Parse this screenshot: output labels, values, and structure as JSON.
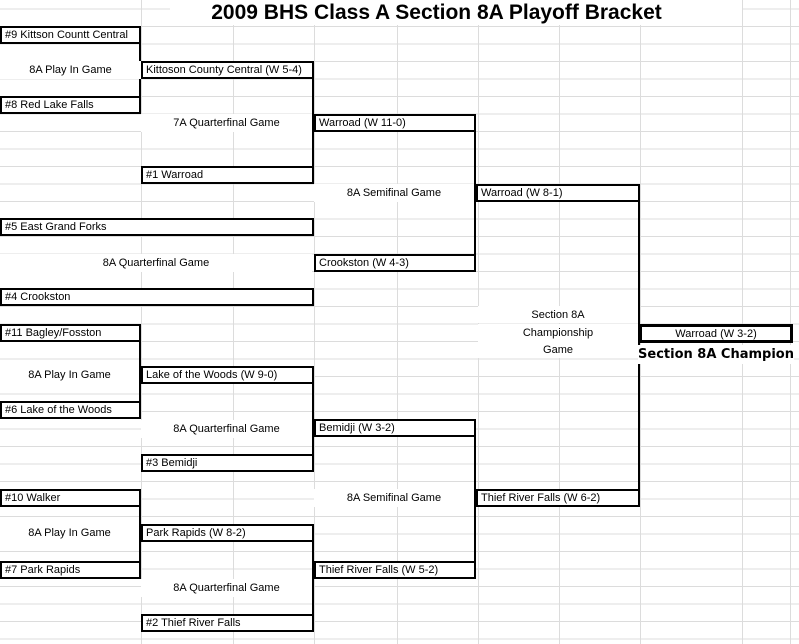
{
  "title": "2009 BHS Class A Section 8A Playoff Bracket",
  "teams": {
    "seed1": "#1 Warroad",
    "seed2": "#2 Thief River Falls",
    "seed3": "#3 Bemidji",
    "seed4": "#4 Crookston",
    "seed5": "#5 East Grand Forks",
    "seed6": "#6 Lake of the Woods",
    "seed7": "#7 Park Rapids",
    "seed8": "#8 Red Lake Falls",
    "seed9": "#9 Kittson Countt Central",
    "seed10": "#10 Walker",
    "seed11": "#11 Bagley/Fosston"
  },
  "winners": {
    "playin1": "Kittoson County Central (W 5-4)",
    "qf7a": "Warroad (W 11-0)",
    "sf1": "Warroad (W 8-1)",
    "qf1": "Crookston (W 4-3)",
    "playin2": "Lake of the Woods (W 9-0)",
    "qf2": "Bemidji (W 3-2)",
    "sf2": "Thief River Falls (W 6-2)",
    "playin3": "Park Rapids (W 8-2)",
    "qf3": "Thief River Falls (W 5-2)",
    "championship": "Warroad (W 3-2)"
  },
  "labels": {
    "playin": "8A Play In Game",
    "qf7a": "7A Quarterfinal Game",
    "qf8a": "8A Quarterfinal Game",
    "sf8a": "8A Semifinal Game",
    "champ_line1": "Section 8A",
    "champ_line2": "Championship",
    "champ_line3": "Game",
    "champion": "Section 8A Champion"
  }
}
